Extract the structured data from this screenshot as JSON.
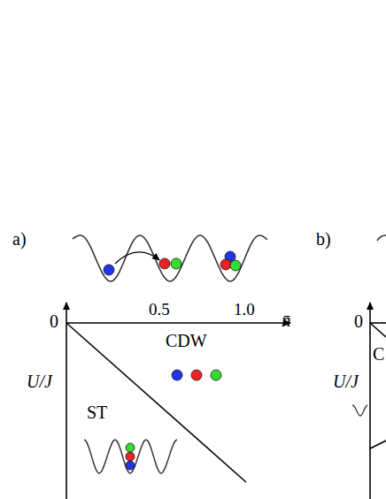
{
  "diagram": {
    "labels": [
      "a)",
      "0.5",
      "1.0",
      "n̄",
      "0",
      "U/J",
      "CDW",
      "ST",
      "b)",
      "0",
      "C",
      "U/J"
    ]
  }
}
